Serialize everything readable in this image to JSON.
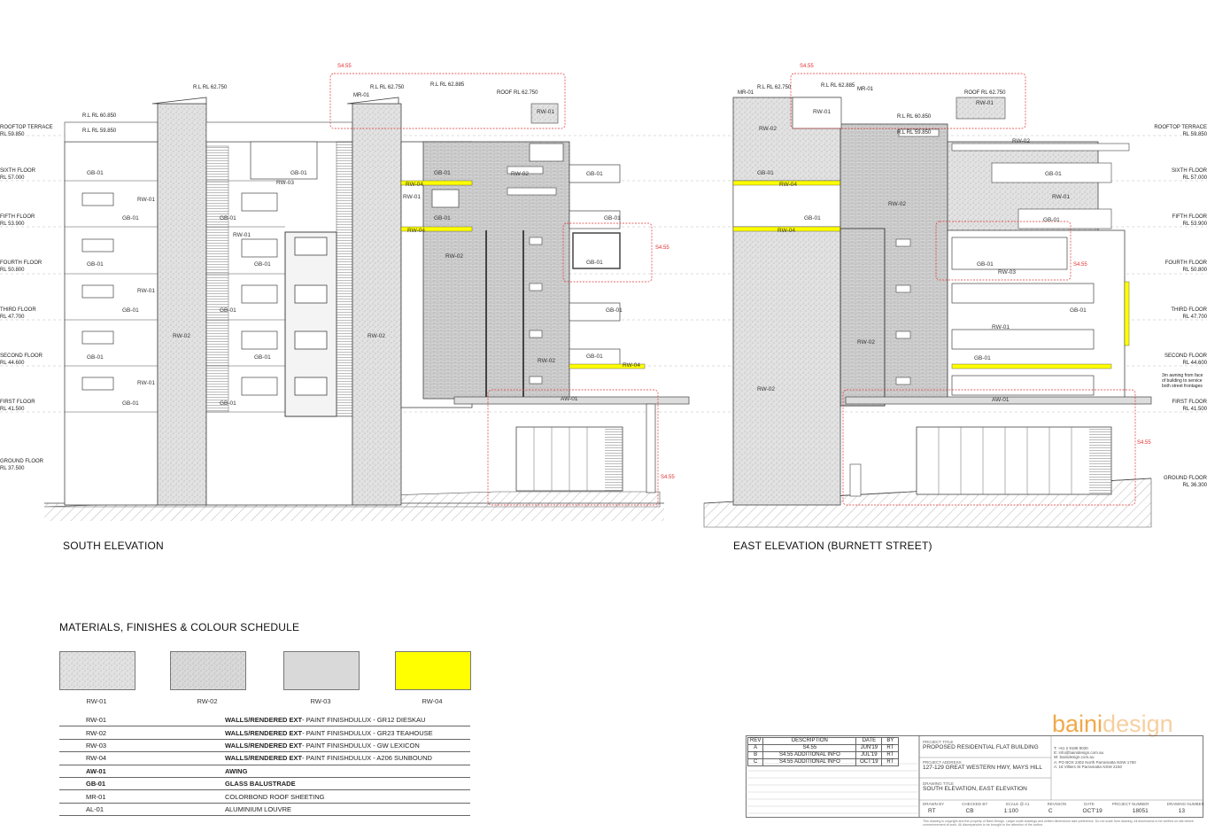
{
  "elevations": {
    "south": {
      "title": "SOUTH ELEVATION",
      "floors": [
        {
          "name": "ROOFTOP TERRACE",
          "rl": "RL 59.850"
        },
        {
          "name": "SIXTH FLOOR",
          "rl": "RL 57.000"
        },
        {
          "name": "FIFTH FLOOR",
          "rl": "RL 53.900"
        },
        {
          "name": "FOURTH FLOOR",
          "rl": "RL 50.800"
        },
        {
          "name": "THIRD FLOOR",
          "rl": "RL 47.700"
        },
        {
          "name": "SECOND FLOOR",
          "rl": "RL 44.600"
        },
        {
          "name": "FIRST FLOOR",
          "rl": "RL 41.500"
        },
        {
          "name": "GROUND FLOOR",
          "rl": "RL 37.500"
        }
      ],
      "levels": [
        "R.L RL 60.850",
        "R.L RL 59.850",
        "R.L RL 62.750",
        "R.L RL 62.750",
        "R.L RL 62.885",
        "ROOF RL 62.750",
        "MR-01"
      ],
      "revision_tag": "S4.55",
      "tags": [
        "GB-01",
        "RW-01",
        "RW-02",
        "RW-03",
        "RW-04",
        "AW-01"
      ]
    },
    "east": {
      "title": "EAST ELEVATION (BURNETT STREET)",
      "floors": [
        {
          "name": "ROOFTOP TERRACE",
          "rl": "RL 59.850"
        },
        {
          "name": "SIXTH FLOOR",
          "rl": "RL 57.000"
        },
        {
          "name": "FIFTH FLOOR",
          "rl": "RL 53.900"
        },
        {
          "name": "FOURTH FLOOR",
          "rl": "RL 50.800"
        },
        {
          "name": "THIRD FLOOR",
          "rl": "RL 47.700"
        },
        {
          "name": "SECOND FLOOR",
          "rl": "RL 44.600"
        },
        {
          "name": "FIRST FLOOR",
          "rl": "RL 41.500"
        },
        {
          "name": "GROUND FLOOR",
          "rl": "RL 36.300"
        }
      ],
      "levels": [
        "MR-01",
        "R.L RL 62.750",
        "R.L RL 62.885",
        "MR-01",
        "ROOF RL 62.750",
        "R.L RL 60.850",
        "R.L RL 59.850"
      ],
      "revision_tag": "S4.55",
      "note": "3m awning from face of building to service both street frontages"
    }
  },
  "schedule": {
    "title": "MATERIALS, FINISHES & COLOUR  SCHEDULE",
    "swatches": [
      {
        "code": "RW-01",
        "fill": "#e3e3e3",
        "pattern": "speckle"
      },
      {
        "code": "RW-02",
        "fill": "#dadada",
        "pattern": "speckle"
      },
      {
        "code": "RW-03",
        "fill": "#d9d9d9",
        "pattern": "none"
      },
      {
        "code": "RW-04",
        "fill": "#ffff00",
        "pattern": "none"
      }
    ],
    "rows": [
      {
        "code": "RW-01",
        "desc_bold": "WALLS/RENDERED EXT",
        "desc": "- PAINT FINISHDULUX - GR12 DIESKAU",
        "bold": false
      },
      {
        "code": "RW-02",
        "desc_bold": "WALLS/RENDERED EXT",
        "desc": "- PAINT FINISHDULUX - GR23 TEAHOUSE",
        "bold": false
      },
      {
        "code": "RW-03",
        "desc_bold": "WALLS/RENDERED EXT",
        "desc": "- PAINT FINISHDULUX - GW LEXICON",
        "bold": false
      },
      {
        "code": "RW-04",
        "desc_bold": "WALLS/RENDERED EXT",
        "desc": "- PAINT FINISHDULUX - A206 SUNBOUND",
        "bold": false
      },
      {
        "code": "AW-01",
        "desc_bold": "AWING",
        "desc": "",
        "bold": true
      },
      {
        "code": "GB-01",
        "desc_bold": "GLASS  BALUSTRADE",
        "desc": "",
        "bold": true
      },
      {
        "code": "MR-01",
        "desc_bold": "",
        "desc": "COLORBOND ROOF SHEETING",
        "bold": false
      },
      {
        "code": "AL-01",
        "desc_bold": "",
        "desc": "ALUMINIUM LOUVRE",
        "bold": false
      }
    ]
  },
  "title_block": {
    "revisions_header": [
      "REV",
      "DESCRIPTION",
      "DATE",
      "BY"
    ],
    "revisions": [
      [
        "A",
        "S4.55",
        "JUN'19",
        "RT"
      ],
      [
        "B",
        "S4.55 ADDITIONAL INFO",
        "JUL'19",
        "RT"
      ],
      [
        "C",
        "S4.55 ADDITIONAL INFO",
        "OCT'19",
        "RT"
      ]
    ],
    "project_title_label": "PROJECT TITLE",
    "project_title": "PROPOSED RESIDENTIAL FLAT BUILDING",
    "project_address_label": "PROJECT ADDRESS",
    "project_address": "127-129 GREAT WESTERN HWY, MAYS HILL",
    "drawing_title_label": "DRAWING TITLE",
    "drawing_title": "SOUTH ELEVATION, EAST ELEVATION",
    "meta_labels": [
      "DRAWN BY",
      "CHECKED BY",
      "SCALE @ A1",
      "REVISION",
      "DATE",
      "PROJECT NUMBER",
      "DRAWING NUMBER"
    ],
    "meta_values": [
      "RT",
      "CB",
      "1:100",
      "C",
      "OCT'19",
      "18051",
      "13"
    ],
    "contact": [
      "T: +61 2 9188 8030",
      "E: info@bainidesign.com.au",
      "W: bainidesign.com.au",
      "A: PO BOX 2402 North Parramatta NSW 1750",
      "A: 18 Villiers St Parramatta NSW 2150"
    ],
    "copyright": "This drawing is copyright and the property of Baini Design. Larger scale drawings and written dimensions take preference. Do not scale from drawing. All dimensions to be verified on site before commencement of work. All discrepancies to be brought to the attention of the author.",
    "logo_bold": "baini",
    "logo_light": "design"
  },
  "colors": {
    "accent_yellow": "#ffff00",
    "revision_red": "#e03030",
    "line": "#444444",
    "wall_texture": "#d6d6d6"
  }
}
